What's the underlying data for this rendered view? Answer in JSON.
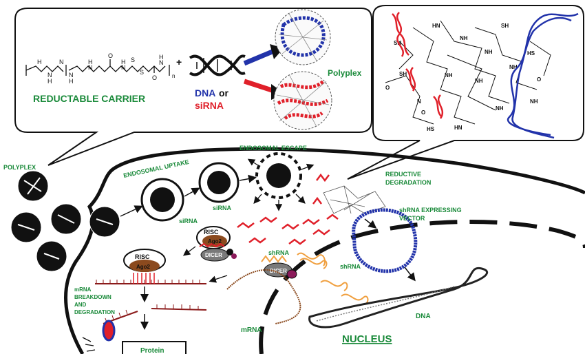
{
  "labels": {
    "reductable_carrier": "REDUCTABLE CARRIER",
    "dna": "DNA",
    "or": "or",
    "sirna_carrier": "siRNA",
    "polyplex_top": "Polyplex",
    "polyplex_left": "POLYPLEX",
    "endosomal_uptake": "ENDOSOMAL UPTAKE",
    "endosomal_escape": "ENDOSOMAL ESCAPE",
    "reductive_degradation_1": "REDUCTIVE",
    "reductive_degradation_2": "DEGRADATION",
    "sirna_vesicle": "siRNA",
    "sirna_cytoplasm": "siRNA",
    "shrna_vector_1": "shRNA EXPRESSING",
    "shrna_vector_2": "VECTOR",
    "risc_top": "RISC",
    "ago2_top": "Ago2",
    "dicer_top": "DICER",
    "shrna_cyto": "shRNA",
    "risc_bottom": "RISC",
    "ago2_bottom": "Ago2",
    "dicer_bottom": "DICER",
    "shrna_nucleus": "shRNA",
    "mrna_breakdown_1": "mRNA",
    "mrna_breakdown_2": "BREAKDOWN",
    "mrna_breakdown_3": "AND",
    "mrna_breakdown_4": "DEGRADATION",
    "mrna": "mRNA",
    "dna_nucleus": "DNA",
    "nucleus": "NUCLEUS",
    "protein": "Protein",
    "formula_plus": "+",
    "formula_n": "n"
  },
  "colors": {
    "green_label": "#1a8a3a",
    "dna_blue": "#2233aa",
    "sirna_red": "#e0202a",
    "shrna_orange": "#f0a040",
    "ago2_brown": "#8b4a1e",
    "dicer_gray": "#7a7a7a"
  }
}
